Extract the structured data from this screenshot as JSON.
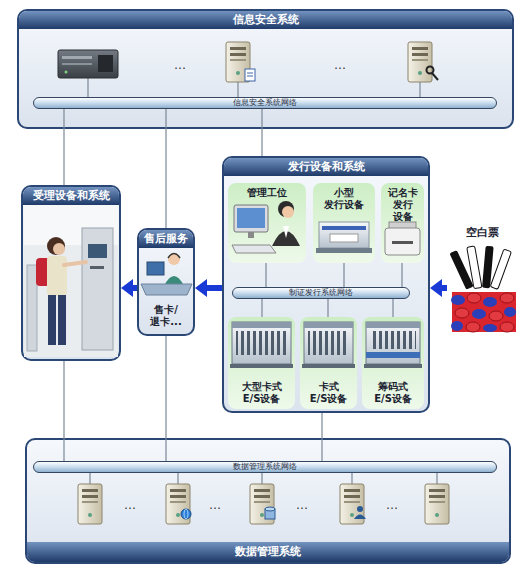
{
  "diagram": {
    "nodes": [
      {
        "text": [
          "信息安全系统"
        ]
      },
      {
        "text": [
          "信息安全系统网络"
        ],
        "in": 0
      },
      {
        "text": [
          "受理设备和系统"
        ]
      },
      {
        "text": [
          "售后服务",
          "售卡/ 退卡..."
        ]
      },
      {
        "text": [
          "发行设备和系统"
        ]
      },
      {
        "text": [
          "管理工位"
        ],
        "in": 4
      },
      {
        "text": [
          "小型 发行设备"
        ],
        "in": 4
      },
      {
        "text": [
          "记名卡 发行 设备"
        ],
        "in": 4
      },
      {
        "text": [
          "制证发行系统网络"
        ],
        "in": 4
      },
      {
        "text": [
          "大型卡式 E/S设备"
        ],
        "in": 4
      },
      {
        "text": [
          "卡式 E/S设备"
        ],
        "in": 4
      },
      {
        "text": [
          "筹码式 E/S设备"
        ],
        "in": 4
      },
      {
        "text": [
          "空白票"
        ]
      },
      {
        "text": [
          "数据管理系统"
        ]
      },
      {
        "text": [
          "数据管理系统网络"
        ],
        "in": 13
      }
    ],
    "edges": [
      {
        "from": 12,
        "to": 4,
        "arrow": "to"
      },
      {
        "from": 4,
        "to": 3,
        "arrow": "to"
      },
      {
        "from": 3,
        "to": 2,
        "arrow": "to"
      },
      {
        "from": 1,
        "to": 2,
        "arrow": "none"
      },
      {
        "from": 1,
        "to": 3,
        "arrow": "none"
      },
      {
        "from": 1,
        "to": 4,
        "arrow": "none"
      },
      {
        "from": 14,
        "to": 2,
        "arrow": "none"
      },
      {
        "from": 14,
        "to": 3,
        "arrow": "none"
      },
      {
        "from": 14,
        "to": 4,
        "arrow": "none"
      },
      {
        "from": 5,
        "to": 8,
        "arrow": "none"
      },
      {
        "from": 6,
        "to": 8,
        "arrow": "none"
      },
      {
        "from": 7,
        "to": 8,
        "arrow": "none"
      },
      {
        "from": 8,
        "to": 9,
        "arrow": "none"
      },
      {
        "from": 8,
        "to": 10,
        "arrow": "none"
      },
      {
        "from": 8,
        "to": 11,
        "arrow": "none"
      }
    ],
    "labels": [
      "…",
      "…",
      "…",
      "…",
      "…",
      "…"
    ]
  }
}
